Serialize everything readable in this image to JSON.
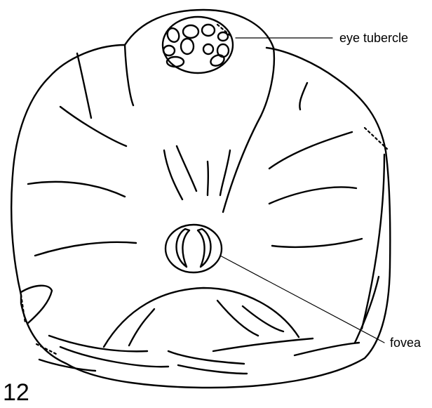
{
  "labels": {
    "eye_tubercle": "eye tubercle",
    "fovea": "fovea"
  },
  "figure_number": "12"
}
